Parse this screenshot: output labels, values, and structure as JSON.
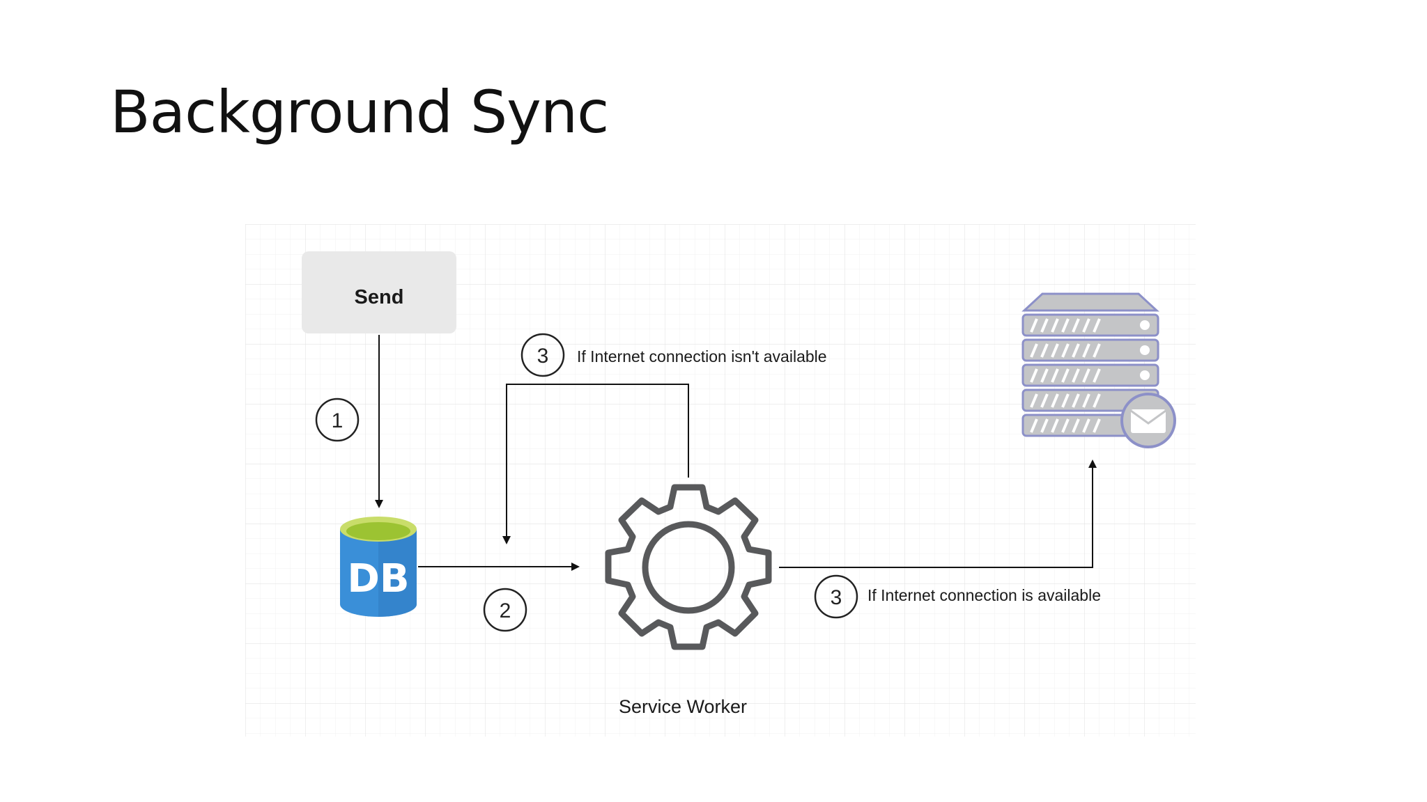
{
  "slide": {
    "title": "Background Sync"
  },
  "diagram": {
    "send_label": "Send",
    "db_label": "DB",
    "service_worker_label": "Service Worker",
    "steps": {
      "step1": "1",
      "step2": "2",
      "step3_offline": "3",
      "step3_online": "3"
    },
    "offline_label": "If Internet connection isn't available",
    "online_label": "If Internet connection is available",
    "icons": {
      "database": "database-icon",
      "gear": "gear-icon",
      "server": "server-icon",
      "mail": "mail-icon"
    },
    "colors": {
      "db_blue": "#3a8fd8",
      "db_top": "#a6c83a",
      "server_fill": "#c4c5c7",
      "server_stroke": "#8c90c8",
      "gear_stroke": "#58595b",
      "send_box": "#e9e9e9",
      "grid": "#eaeaea"
    }
  }
}
